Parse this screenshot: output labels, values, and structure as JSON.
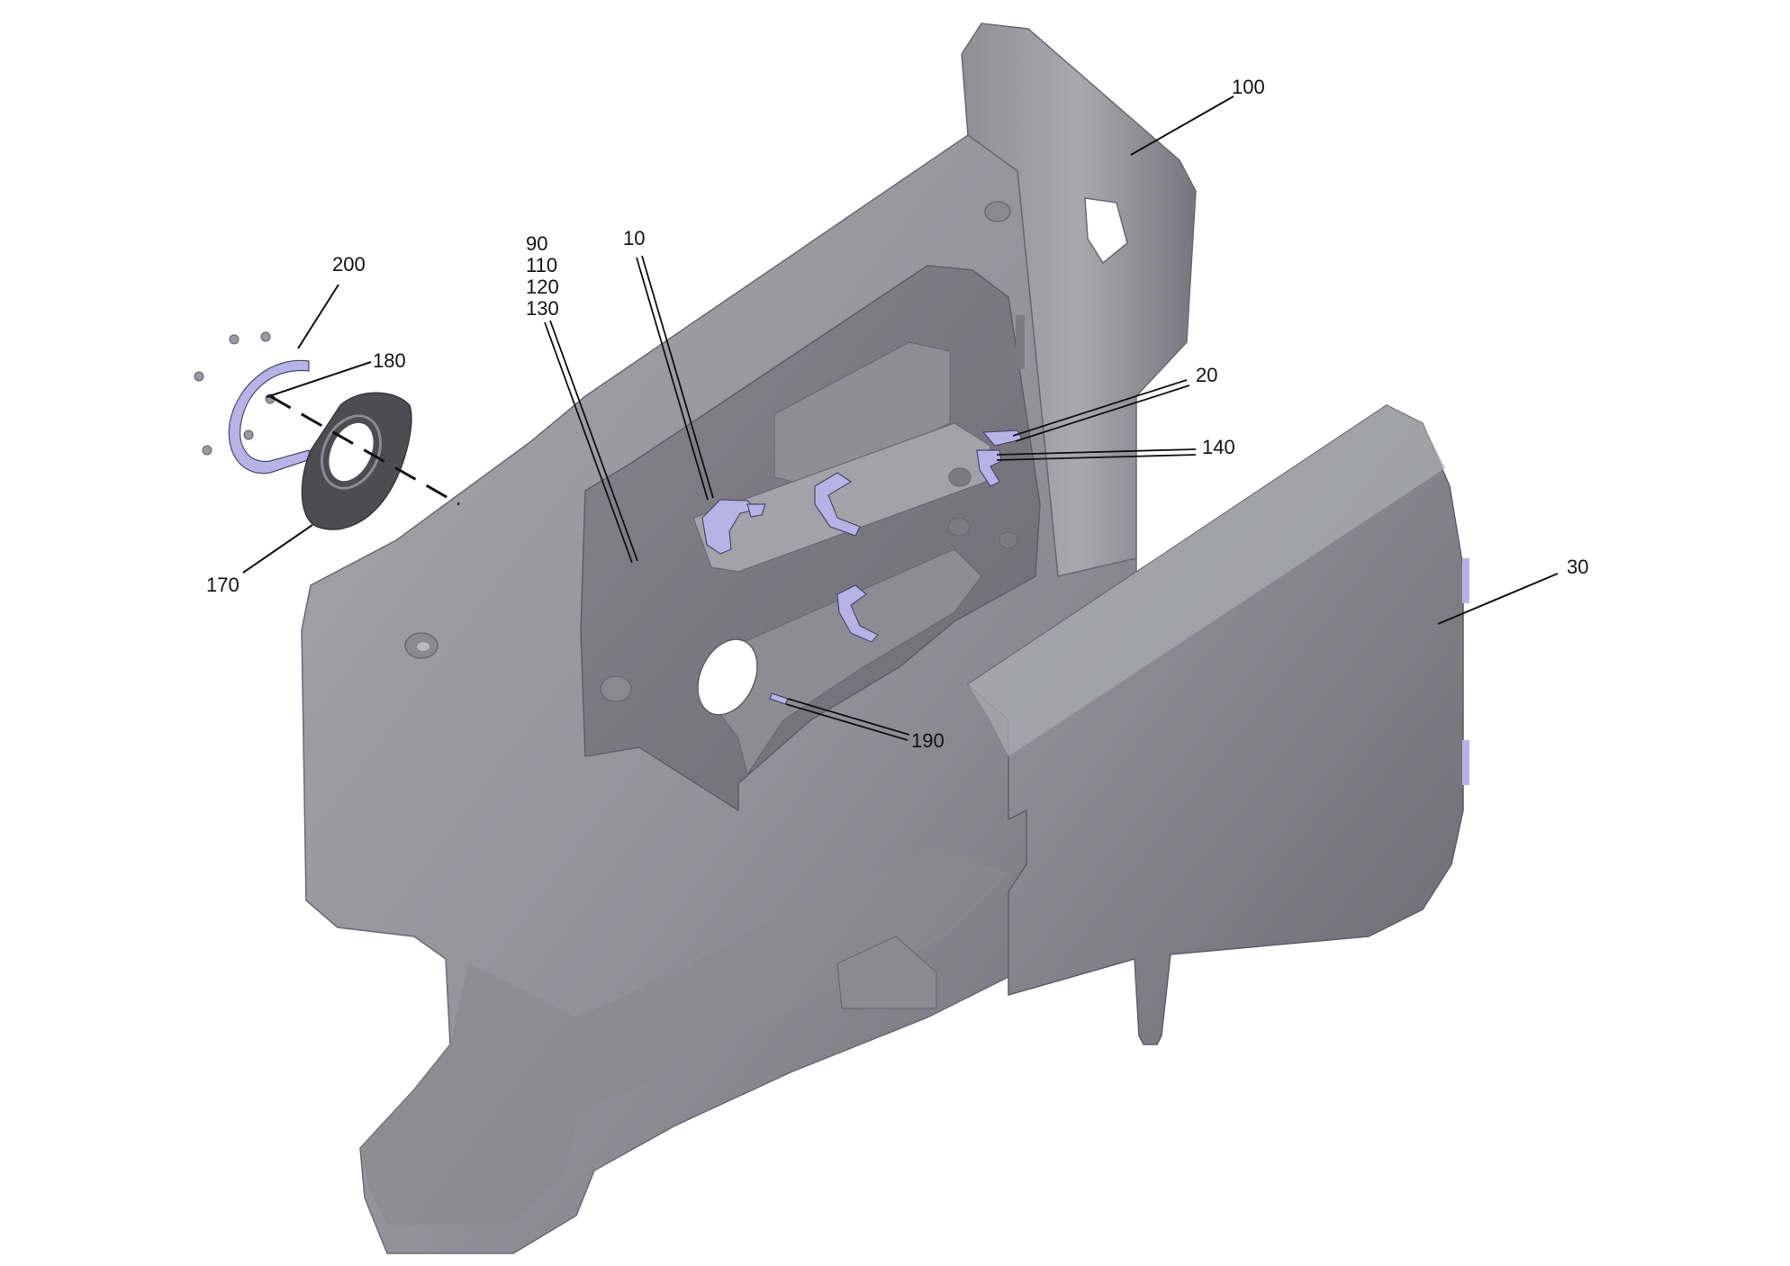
{
  "diagram": {
    "colors": {
      "body": "#9a99a2",
      "body_dark": "#7d7c85",
      "body_light": "#b3b2ba",
      "accent_part": "#b6b4e6",
      "seal": "#4d4c52",
      "line": "#111111"
    },
    "callouts": {
      "c100": "100",
      "c200": "200",
      "c180": "180",
      "c170": "170",
      "c90": "90",
      "c110": "110",
      "c120": "120",
      "c130": "130",
      "c10": "10",
      "c20": "20",
      "c140": "140",
      "c30": "30",
      "c190": "190"
    }
  }
}
